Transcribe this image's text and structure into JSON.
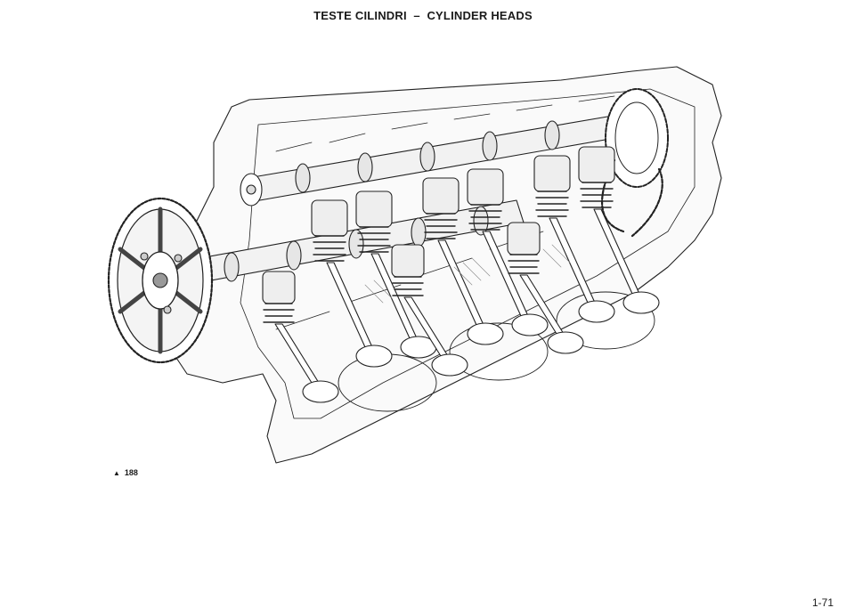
{
  "page": {
    "title": "TESTE CILINDRI  –  CYLINDER HEADS",
    "figure_marker": "▲",
    "figure_number": "188",
    "page_number": "1-71"
  },
  "icons": {
    "figure_marker": "triangle-up-icon",
    "illustration": "cylinder-head-exploded-drawing"
  }
}
